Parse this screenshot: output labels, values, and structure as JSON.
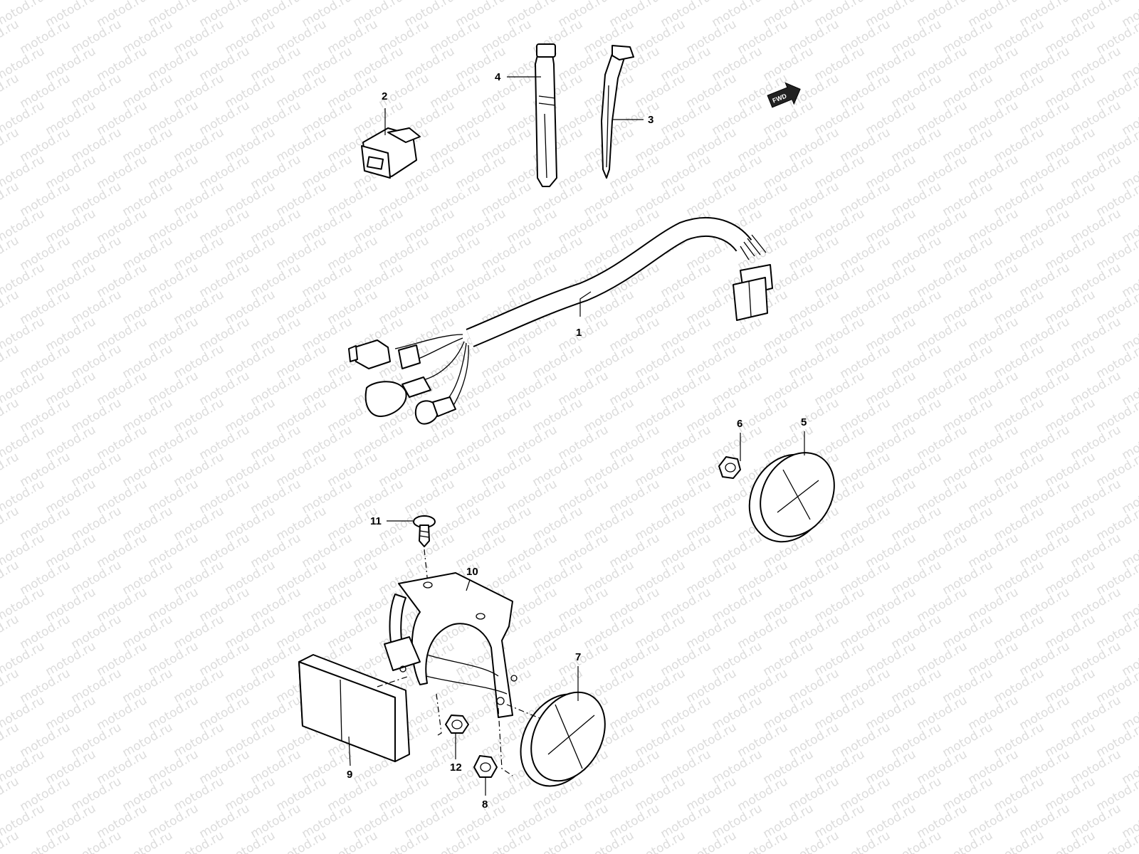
{
  "watermark": {
    "text": "motod.ru"
  },
  "direction_marker": {
    "label": "FWD"
  },
  "callouts": [
    {
      "id": "1",
      "part": "wiring-harness"
    },
    {
      "id": "2",
      "part": "switch"
    },
    {
      "id": "3",
      "part": "cable-tie-long"
    },
    {
      "id": "4",
      "part": "cable-clamp"
    },
    {
      "id": "5",
      "part": "round-reflector-upper"
    },
    {
      "id": "6",
      "part": "nut-upper"
    },
    {
      "id": "7",
      "part": "round-reflector-lower"
    },
    {
      "id": "8",
      "part": "nut-lower"
    },
    {
      "id": "9",
      "part": "rectangular-reflector"
    },
    {
      "id": "10",
      "part": "reflector-bracket"
    },
    {
      "id": "11",
      "part": "screw"
    },
    {
      "id": "12",
      "part": "nut-middle"
    }
  ]
}
